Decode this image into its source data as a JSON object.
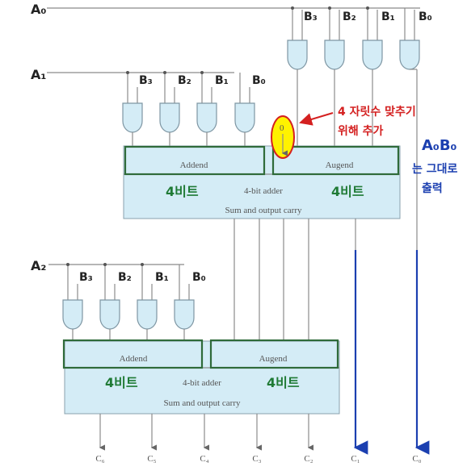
{
  "inputs": {
    "a0": "A₀",
    "a1": "A₁",
    "a2": "A₂"
  },
  "b_labels": [
    "B₃",
    "B₂",
    "B₁",
    "B₀"
  ],
  "adder_top": {
    "addend": "Addend",
    "augend": "Augend",
    "title": "4-bit adder",
    "output": "Sum and output carry",
    "left_note": "4비트",
    "right_note": "4비트"
  },
  "adder_bottom": {
    "addend": "Addend",
    "augend": "Augend",
    "title": "4-bit adder",
    "output": "Sum and output carry",
    "left_note": "4비트",
    "right_note": "4비트"
  },
  "zero_input": "0",
  "notes": {
    "red_line1": "4 자릿수 맞추기",
    "red_line2": "위해 추가",
    "blue_line1": "A₀B₀",
    "blue_line2": "는 그대로",
    "blue_line3": "출력"
  },
  "outputs": [
    "C₆",
    "C₅",
    "C₄",
    "C₃",
    "C₂",
    "C₁",
    "C₀"
  ],
  "colors": {
    "box": "#d4ecf6",
    "green": "#1f7a35",
    "red": "#d42020",
    "blue": "#1b3fb0",
    "yellow": "#fff200"
  }
}
